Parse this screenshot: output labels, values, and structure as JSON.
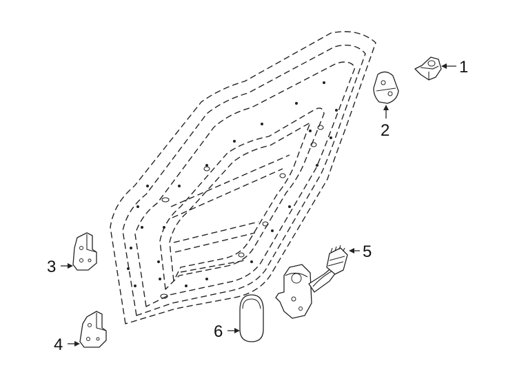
{
  "callouts": {
    "c1": "1",
    "c2": "2",
    "c3": "3",
    "c4": "4",
    "c5": "5",
    "c6": "6"
  },
  "colors": {
    "line": "#222222",
    "background": "#ffffff"
  }
}
